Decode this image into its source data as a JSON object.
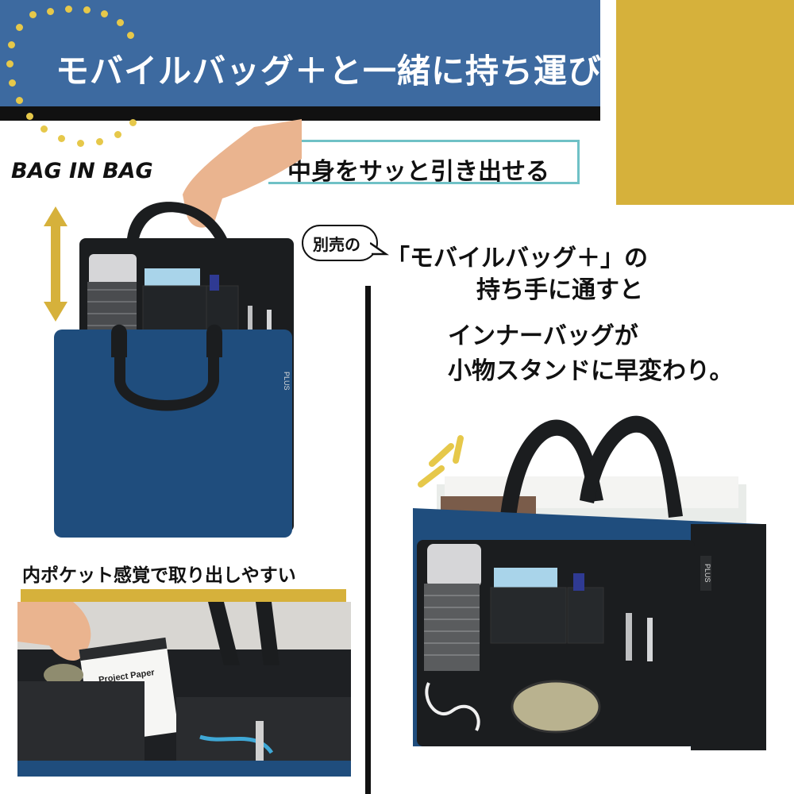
{
  "banner": {
    "title": "モバイルバッグ＋と一緒に持ち運び"
  },
  "labels": {
    "bag_in_bag": "BAG IN BAG",
    "feature": "中身をサッと引き出せる",
    "bubble": "別売の",
    "line1": "「モバイルバッグ＋」の",
    "line2": "持ち手に通すと",
    "line3": "インナーバッグが",
    "line4": "小物スタンドに早変わり。",
    "pocket_caption": "内ポケット感覚で取り出しやすい"
  },
  "product": {
    "brand_mark": "PLUS",
    "notepad_text": "Project Paper"
  },
  "colors": {
    "banner_blue": "#3d6aa0",
    "mustard": "#d6b13b",
    "teal_box": "#6fc1c6",
    "bag_navy": "#1f4d7d",
    "bag_black": "#1b1d1f"
  }
}
